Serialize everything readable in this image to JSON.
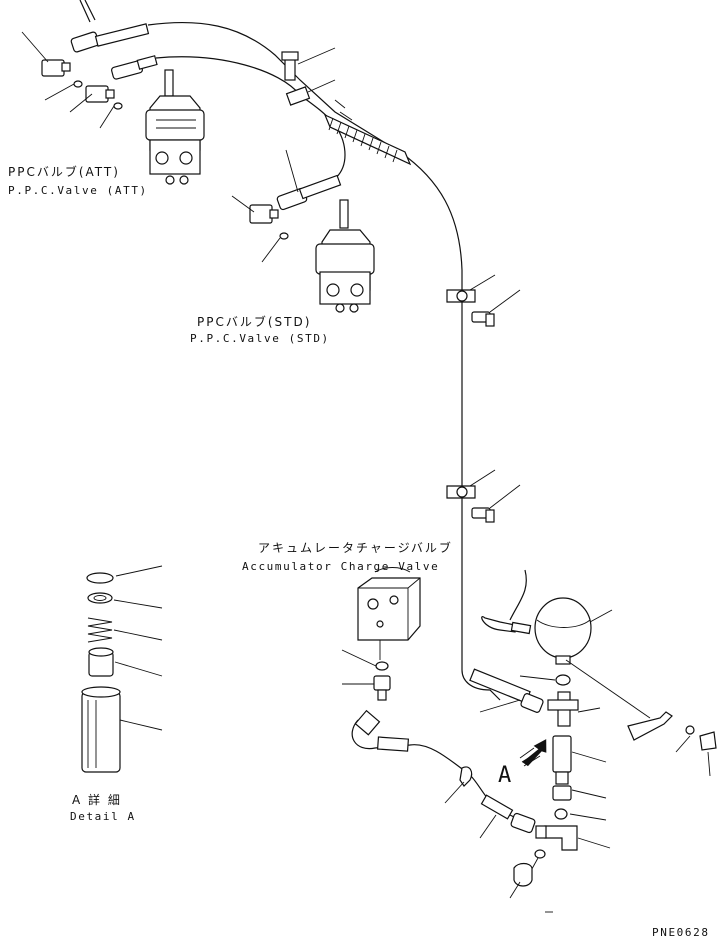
{
  "labels": {
    "ppc_att_jp": "PPCバルブ(ATT)",
    "ppc_att_en": "P.P.C.Valve (ATT)",
    "ppc_std_jp": "PPCバルブ(STD)",
    "ppc_std_en": "P.P.C.Valve (STD)",
    "accumulator_jp": "アキュムレータチャージバルブ",
    "accumulator_en": "Accumulator Charge Valve",
    "detail_a_jp": "A 詳 細",
    "detail_a_en": "Detail A",
    "view_arrow": "A",
    "drawing_code": "PNE0628"
  },
  "icons": {
    "view_arrow": "view-direction-arrow-icon"
  },
  "colors": {
    "ink": "#111111",
    "paper": "#ffffff"
  }
}
